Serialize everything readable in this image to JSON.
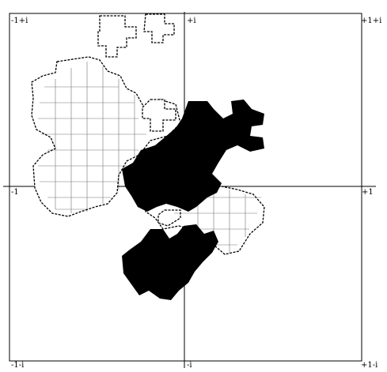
{
  "figure": {
    "corner_labels": {
      "top_left": "-1+i",
      "top_center": "+i",
      "top_right": "+1+i",
      "mid_left": "-1",
      "mid_right": "+1",
      "bottom_left": "-1-i",
      "bottom_center": "-i",
      "bottom_right": "+1-i"
    },
    "colors": {
      "line": "#000000",
      "filled_region": "#000000",
      "outline_region": "#ffffff",
      "background": "#ffffff"
    }
  }
}
